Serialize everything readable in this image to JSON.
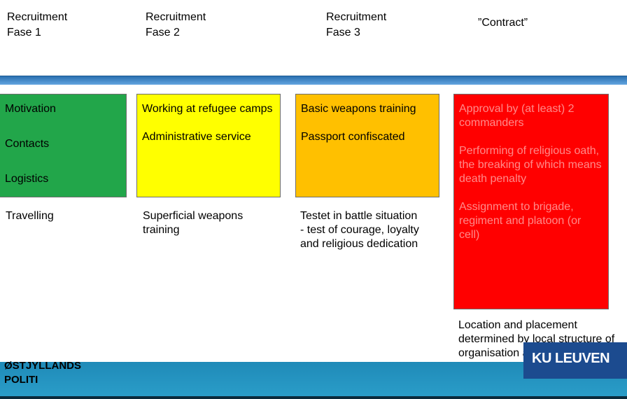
{
  "phases": [
    "Recruitment\nFase 1",
    "Recruitment\nFase 2",
    "Recruitment\nFase 3",
    "”Contract”"
  ],
  "boxes": {
    "fase1": {
      "lines": [
        "Motivation",
        "Contacts",
        "Logistics"
      ],
      "color": "#22a64a"
    },
    "fase2": {
      "lines": [
        "Working at refugee camps",
        "Administrative service"
      ],
      "color": "#ffff00"
    },
    "fase3": {
      "lines": [
        "Basic weapons training",
        "Passport confiscated"
      ],
      "color": "#ffc000"
    },
    "contract": {
      "lines": [
        "Approval by (at least) 2 commanders",
        "Performing of religious oath, the breaking of which means death penalty",
        "Assignment to brigade, regiment and platoon  (or cell)"
      ],
      "color": "#ff0000"
    }
  },
  "notes": {
    "fase1": "Travelling",
    "fase2": "Superficial weapons training",
    "fase3": "Testet in battle situation -  test of courage, loyalty and religious dedication",
    "contract": "Location and placement determined by local structure of organisation and nationality"
  },
  "footer": {
    "org_logo_text": "ØSTJYLLANDS\nPOLITI",
    "university_logo_text": "KU LEUVEN",
    "bar_color": "#2a9dc8"
  }
}
